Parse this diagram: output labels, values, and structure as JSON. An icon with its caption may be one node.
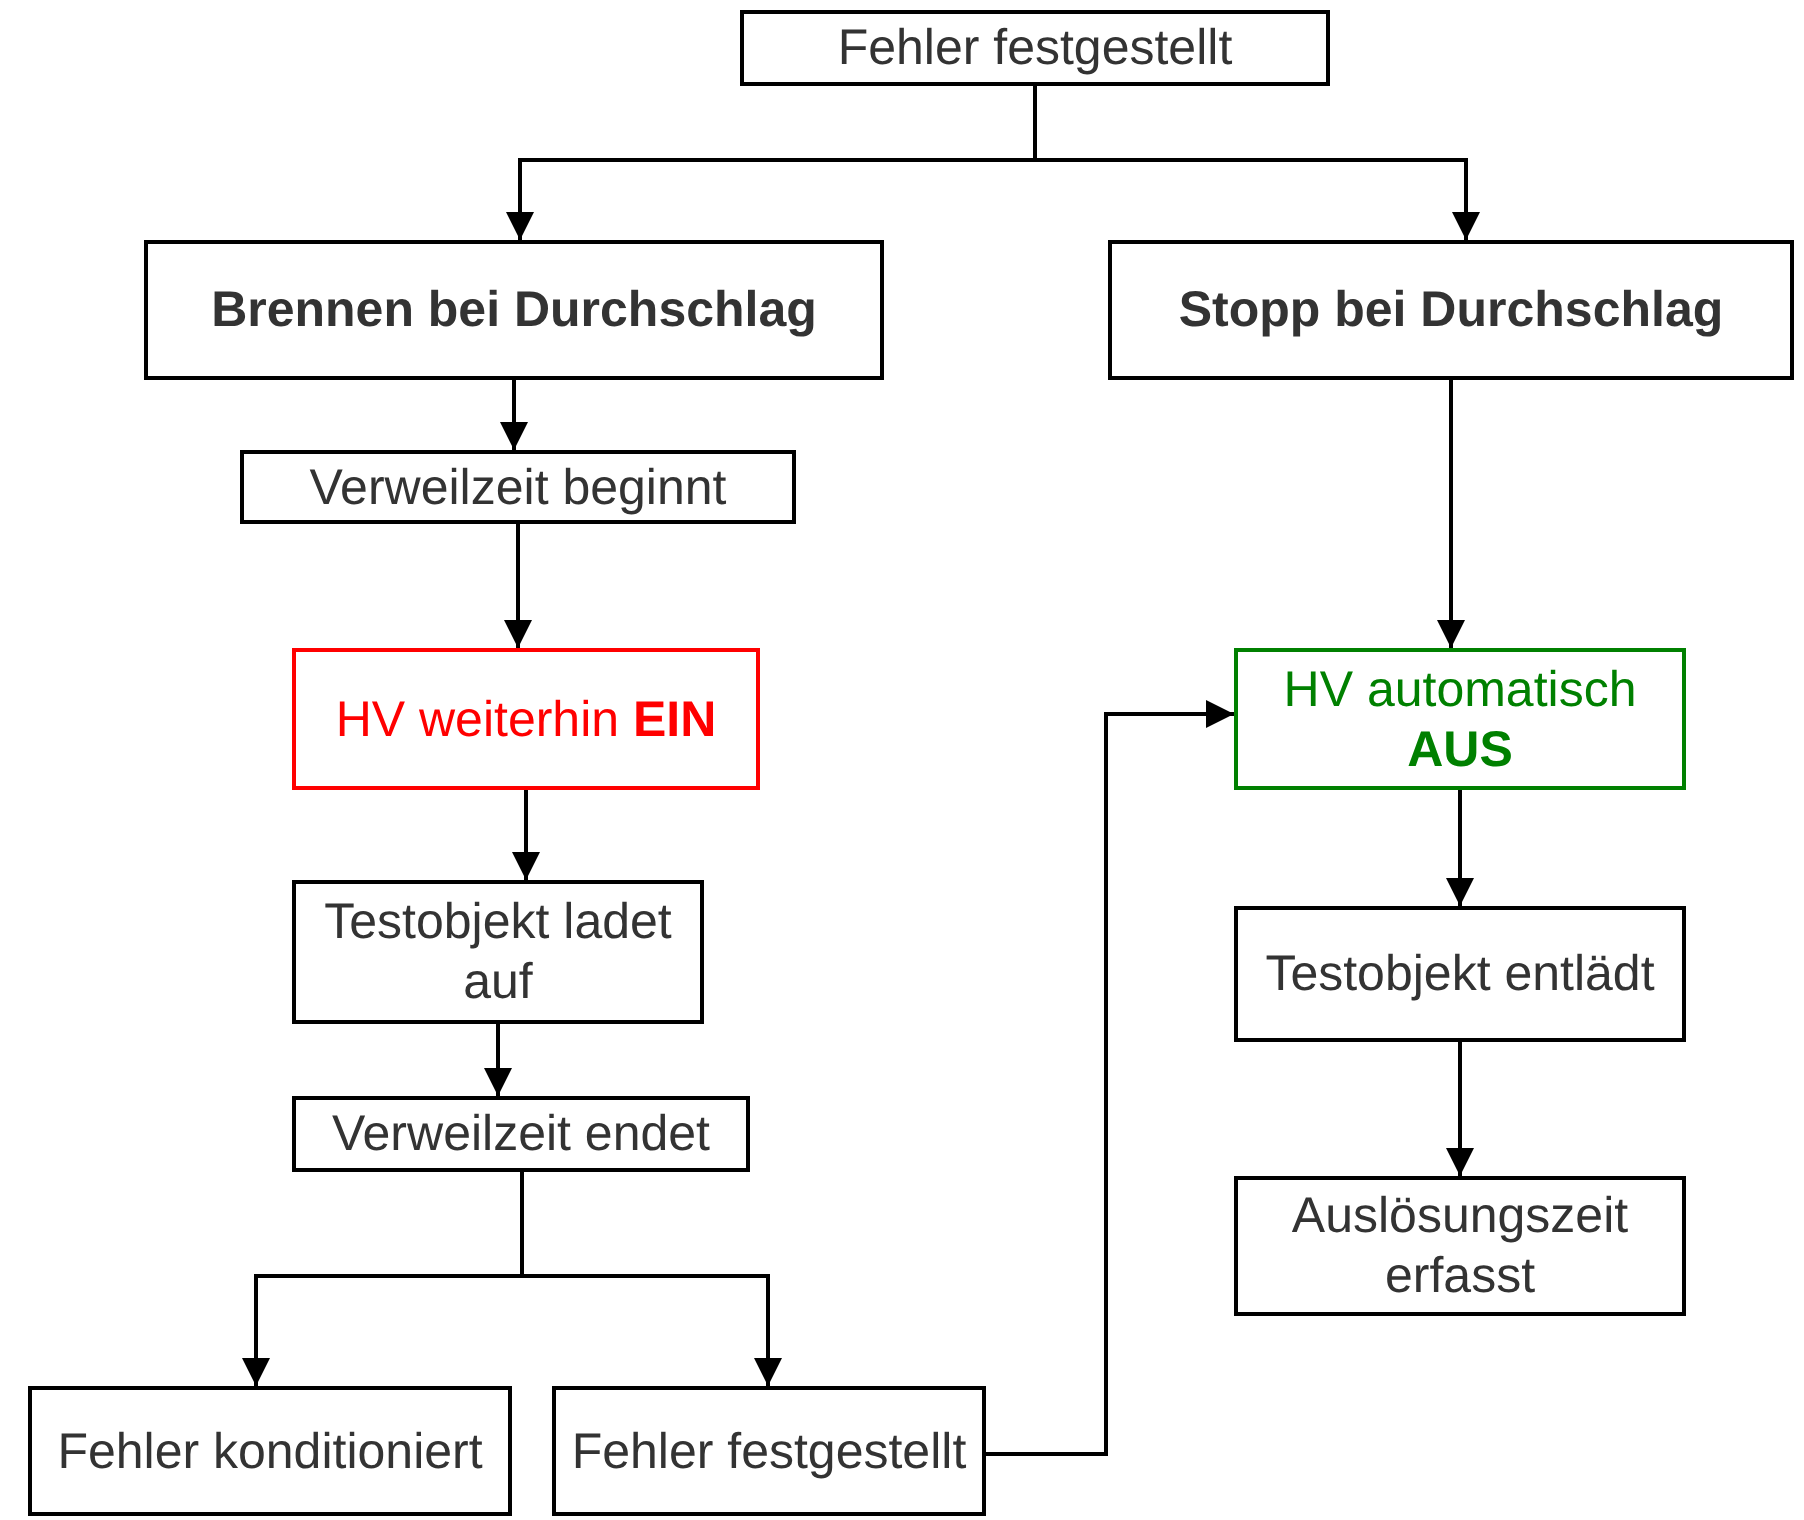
{
  "diagram": {
    "nodes": [
      {
        "text": [
          "Fehler festgestellt"
        ]
      },
      {
        "text": [
          "Brennen bei Durchschlag"
        ]
      },
      {
        "text": [
          "Stopp bei Durchschlag"
        ]
      },
      {
        "text": [
          "Verweilzeit beginnt"
        ]
      },
      {
        "text": [
          "HV weiterhin **EIN**"
        ]
      },
      {
        "text": [
          "Testobjekt ladet auf"
        ]
      },
      {
        "text": [
          "Verweilzeit endet"
        ]
      },
      {
        "text": [
          "Fehler konditioniert"
        ]
      },
      {
        "text": [
          "Fehler festgestellt"
        ]
      },
      {
        "text": [
          "HV automatisch **AUS**"
        ]
      },
      {
        "text": [
          "Testobjekt entlädt"
        ]
      },
      {
        "text": [
          "Auslösungszeit erfasst"
        ]
      }
    ],
    "edges": [
      {
        "from": 0,
        "to": 1,
        "arrow": "to"
      },
      {
        "from": 0,
        "to": 2,
        "arrow": "to"
      },
      {
        "from": 1,
        "to": 3,
        "arrow": "to"
      },
      {
        "from": 3,
        "to": 4,
        "arrow": "to"
      },
      {
        "from": 4,
        "to": 5,
        "arrow": "to"
      },
      {
        "from": 5,
        "to": 6,
        "arrow": "to"
      },
      {
        "from": 6,
        "to": 7,
        "arrow": "to"
      },
      {
        "from": 6,
        "to": 8,
        "arrow": "to"
      },
      {
        "from": 8,
        "to": 9,
        "arrow": "to"
      },
      {
        "from": 2,
        "to": 9,
        "arrow": "to"
      },
      {
        "from": 9,
        "to": 10,
        "arrow": "to"
      },
      {
        "from": 10,
        "to": 11,
        "arrow": "to"
      }
    ]
  }
}
